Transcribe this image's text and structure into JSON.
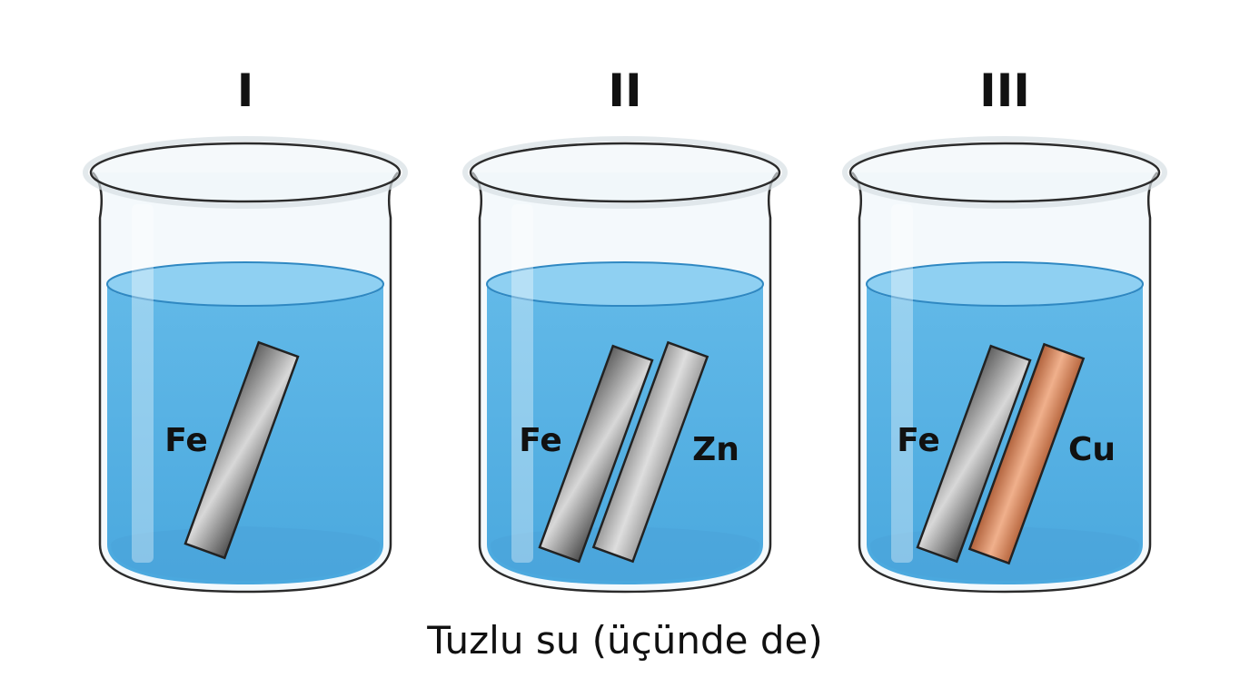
{
  "beakers": [
    {
      "numeral": "I",
      "metals": [
        {
          "symbol": "Fe",
          "color": "#8a8a8a"
        }
      ]
    },
    {
      "numeral": "II",
      "metals": [
        {
          "symbol": "Fe",
          "color": "#8a8a8a"
        },
        {
          "symbol": "Zn",
          "color": "#bdbdbd"
        }
      ]
    },
    {
      "numeral": "III",
      "metals": [
        {
          "symbol": "Fe",
          "color": "#8a8a8a"
        },
        {
          "symbol": "Cu",
          "color": "#c97b55"
        }
      ]
    }
  ],
  "caption": "Tuzlu su (üçünde de)",
  "colors": {
    "water": "#5fb6e6",
    "water_surface": "#8fd0f2",
    "glass_outline": "#2b2b2b"
  }
}
